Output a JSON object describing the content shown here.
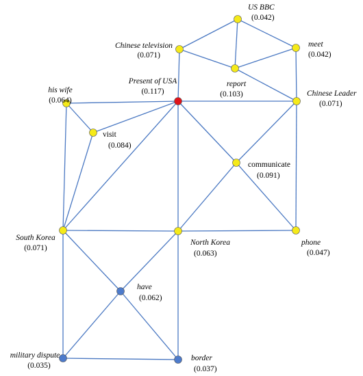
{
  "colors": {
    "edge": "#4a78c2",
    "yellow": "#f5ea19",
    "red": "#e0141b",
    "blue": "#4d7bcc"
  },
  "nodes": [
    {
      "id": "us-bbc",
      "name": "US BBC",
      "value": "(0.042)",
      "color": "yellow",
      "italic": true
    },
    {
      "id": "chinese-television",
      "name": "Chinese television",
      "value": "(0.071)",
      "color": "yellow",
      "italic": true
    },
    {
      "id": "meet",
      "name": "meet",
      "value": "(0.042)",
      "color": "yellow",
      "italic": true
    },
    {
      "id": "report",
      "name": "report",
      "value": "(0.103)",
      "color": "yellow",
      "italic": true
    },
    {
      "id": "his-wife",
      "name": "his wife",
      "value": "(0.064)",
      "color": "yellow",
      "italic": true
    },
    {
      "id": "present-of-usa",
      "name": "Present of USA",
      "value": "(0.117)",
      "color": "red",
      "italic": true
    },
    {
      "id": "chinese-leader",
      "name": "Chinese Leader",
      "value": "(0.071)",
      "color": "yellow",
      "italic": true
    },
    {
      "id": "visit",
      "name": "visit",
      "value": "(0.084)",
      "color": "yellow",
      "italic": false
    },
    {
      "id": "communicate",
      "name": "communicate",
      "value": "(0.091)",
      "color": "yellow",
      "italic": false
    },
    {
      "id": "south-korea",
      "name": "South Korea",
      "value": "(0.071)",
      "color": "yellow",
      "italic": true
    },
    {
      "id": "north-korea",
      "name": "North Korea",
      "value": "(0.063)",
      "color": "yellow",
      "italic": true
    },
    {
      "id": "phone",
      "name": "phone",
      "value": "(0.047)",
      "color": "yellow",
      "italic": true
    },
    {
      "id": "have",
      "name": "have",
      "value": "(0.062)",
      "color": "blue",
      "italic": true
    },
    {
      "id": "military-dispute",
      "name": "military dispute",
      "value": "(0.035)",
      "color": "blue",
      "italic": true
    },
    {
      "id": "border",
      "name": "border",
      "value": "(0.037)",
      "color": "blue",
      "italic": true
    }
  ],
  "edges": [
    [
      "us-bbc",
      "chinese-television"
    ],
    [
      "us-bbc",
      "meet"
    ],
    [
      "us-bbc",
      "report"
    ],
    [
      "chinese-television",
      "report"
    ],
    [
      "chinese-television",
      "present-of-usa"
    ],
    [
      "meet",
      "report"
    ],
    [
      "meet",
      "chinese-leader"
    ],
    [
      "report",
      "chinese-leader"
    ],
    [
      "his-wife",
      "present-of-usa"
    ],
    [
      "his-wife",
      "visit"
    ],
    [
      "his-wife",
      "south-korea"
    ],
    [
      "present-of-usa",
      "chinese-leader"
    ],
    [
      "present-of-usa",
      "visit"
    ],
    [
      "present-of-usa",
      "south-korea"
    ],
    [
      "present-of-usa",
      "north-korea"
    ],
    [
      "present-of-usa",
      "communicate"
    ],
    [
      "chinese-leader",
      "communicate"
    ],
    [
      "chinese-leader",
      "phone"
    ],
    [
      "visit",
      "south-korea"
    ],
    [
      "communicate",
      "north-korea"
    ],
    [
      "communicate",
      "phone"
    ],
    [
      "south-korea",
      "north-korea"
    ],
    [
      "north-korea",
      "phone"
    ],
    [
      "south-korea",
      "have"
    ],
    [
      "south-korea",
      "military-dispute"
    ],
    [
      "north-korea",
      "have"
    ],
    [
      "north-korea",
      "border"
    ],
    [
      "have",
      "military-dispute"
    ],
    [
      "have",
      "border"
    ],
    [
      "military-dispute",
      "border"
    ]
  ]
}
